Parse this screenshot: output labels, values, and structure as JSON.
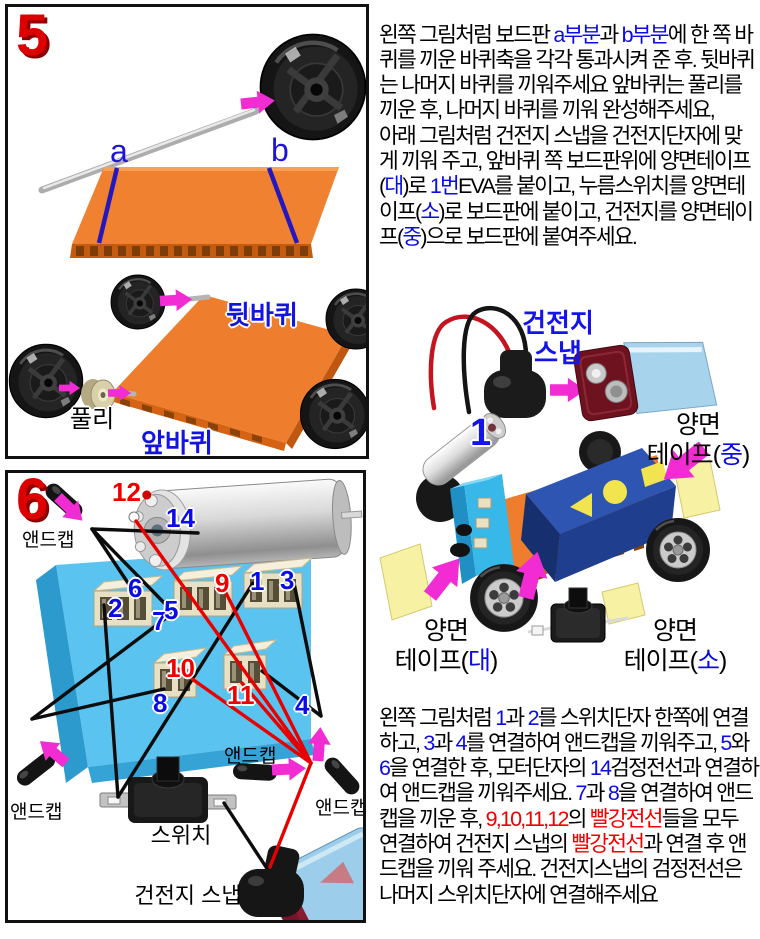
{
  "colors": {
    "accent_blue": "#0b0be6",
    "accent_red": "#ee0000",
    "arrow_magenta": "#f02cd2",
    "board_orange": "#ee7e2e",
    "foam_blue": "#5ac3ef",
    "tape_yellow": "#f7f1a4"
  },
  "panel5": {
    "step_number": "5",
    "labels": {
      "point_a": "a",
      "point_b": "b",
      "rear_wheel": "뒷바퀴",
      "pulley": "풀리",
      "front_wheel": "앞바퀴"
    }
  },
  "panel6": {
    "step_number": "6",
    "labels": {
      "endcap": "앤드캡",
      "switch": "스위치",
      "battery_snap": "건전지 스냅"
    },
    "wire_numbers": {
      "n1": "1",
      "n2": "2",
      "n3": "3",
      "n4": "4",
      "n5": "5",
      "n6": "6",
      "n7": "7",
      "n8": "8",
      "n9": "9",
      "n10": "10",
      "n11": "11",
      "n12": "12",
      "n14": "14"
    }
  },
  "assembly_figure": {
    "battery_snap_line1": "건전지",
    "battery_snap_line2": "스냅",
    "eva_number": "1",
    "tape_medium_line1": "양면",
    "tape_medium_line2": [
      [
        "테이프(",
        "k"
      ],
      [
        "중",
        "b"
      ],
      [
        ")",
        "k"
      ]
    ],
    "tape_large_line1": "양면",
    "tape_large_line2": [
      [
        "테이프(",
        "k"
      ],
      [
        "대",
        "b"
      ],
      [
        ")",
        "k"
      ]
    ],
    "tape_small_line1": "양면",
    "tape_small_line2": [
      [
        "테이프(",
        "k"
      ],
      [
        "소",
        "b"
      ],
      [
        ")",
        "k"
      ]
    ]
  },
  "instructions": {
    "step5": [
      [
        "왼쪽 그림처럼 보드판 ",
        "k"
      ],
      [
        "a부분",
        "b"
      ],
      [
        "과 ",
        "k"
      ],
      [
        "b부분",
        "b"
      ],
      [
        "에 한 쪽 바퀴를 끼운 바퀴축을 각각 통과시켜 준 후. 뒷바퀴는 나머지 바퀴를 끼워주세요 앞바퀴는 풀리를 끼운 후, 나머지 바퀴를 끼워 완성해주세요,\n아래 그림처럼 건전지 스냅을 건전지단자에 맞게 끼워 주고, 앞바퀴 쪽 보드판위에 양면테이프(",
        "k"
      ],
      [
        "대",
        "b"
      ],
      [
        ")로 ",
        "k"
      ],
      [
        "1번",
        "b"
      ],
      [
        "EVA를 붙이고, 누름스위치를 양면테이프(",
        "k"
      ],
      [
        "소",
        "b"
      ],
      [
        ")로 보드판에 붙이고, 건전지를 양면테이프(",
        "k"
      ],
      [
        "중",
        "b"
      ],
      [
        ")으로 보드판에 붙여주세요.",
        "k"
      ]
    ],
    "step6": [
      [
        "왼쪽 그림처럼 ",
        "k"
      ],
      [
        "1",
        "b"
      ],
      [
        "과 ",
        "k"
      ],
      [
        "2",
        "b"
      ],
      [
        "를 스위치단자 한쪽에 연결하고, ",
        "k"
      ],
      [
        "3",
        "b"
      ],
      [
        "과 ",
        "k"
      ],
      [
        "4",
        "b"
      ],
      [
        "를 연결하여 앤드캡을 끼워주고, ",
        "k"
      ],
      [
        "5",
        "b"
      ],
      [
        "와 ",
        "k"
      ],
      [
        "6",
        "b"
      ],
      [
        "을 연결한 후, 모터단자의 ",
        "k"
      ],
      [
        "14",
        "b"
      ],
      [
        "검정전선과 연결하여 앤드캡을 끼워주세요. ",
        "k"
      ],
      [
        "7",
        "b"
      ],
      [
        "과 ",
        "k"
      ],
      [
        "8",
        "b"
      ],
      [
        "을 연결하여 앤드캡을 끼운 후, ",
        "k"
      ],
      [
        "9,10,11,12",
        "r"
      ],
      [
        "의 ",
        "k"
      ],
      [
        "빨강전선",
        "r"
      ],
      [
        "들을 모두 연결하여 건전지 스냅의 ",
        "k"
      ],
      [
        "빨강전선",
        "r"
      ],
      [
        "과 연결 후 앤드캡을 끼워 주세요. 건전지스냅의 검정전선은 나머지 스위치단자에 연결해주세요",
        "k"
      ]
    ]
  }
}
